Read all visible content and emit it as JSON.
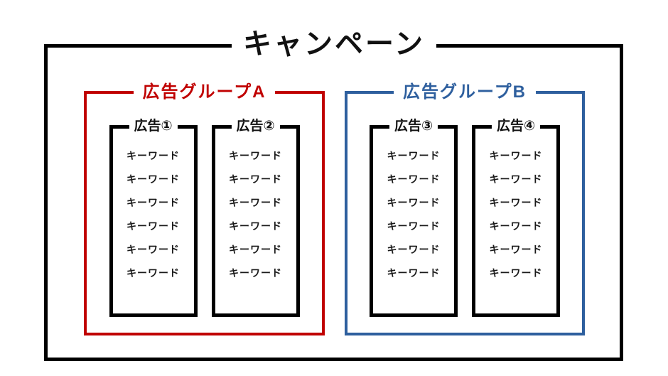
{
  "diagram": {
    "title": "キャンペーン",
    "groups": [
      {
        "label": "広告グループA",
        "accent_color": "#C00000",
        "ads": [
          {
            "label": "広告①",
            "keywords": [
              "キーワード",
              "キーワード",
              "キーワード",
              "キーワード",
              "キーワード",
              "キーワード"
            ]
          },
          {
            "label": "広告②",
            "keywords": [
              "キーワード",
              "キーワード",
              "キーワード",
              "キーワード",
              "キーワード",
              "キーワード"
            ]
          }
        ]
      },
      {
        "label": "広告グループB",
        "accent_color": "#2E5F9E",
        "ads": [
          {
            "label": "広告③",
            "keywords": [
              "キーワード",
              "キーワード",
              "キーワード",
              "キーワード",
              "キーワード",
              "キーワード"
            ]
          },
          {
            "label": "広告④",
            "keywords": [
              "キーワード",
              "キーワード",
              "キーワード",
              "キーワード",
              "キーワード",
              "キーワード"
            ]
          }
        ]
      }
    ]
  },
  "colors": {
    "background": "#FFFFFF",
    "campaign_border": "#000000",
    "ad_border": "#000000",
    "text": "#111111",
    "group_a_accent": "#C00000",
    "group_b_accent": "#2E5F9E"
  }
}
